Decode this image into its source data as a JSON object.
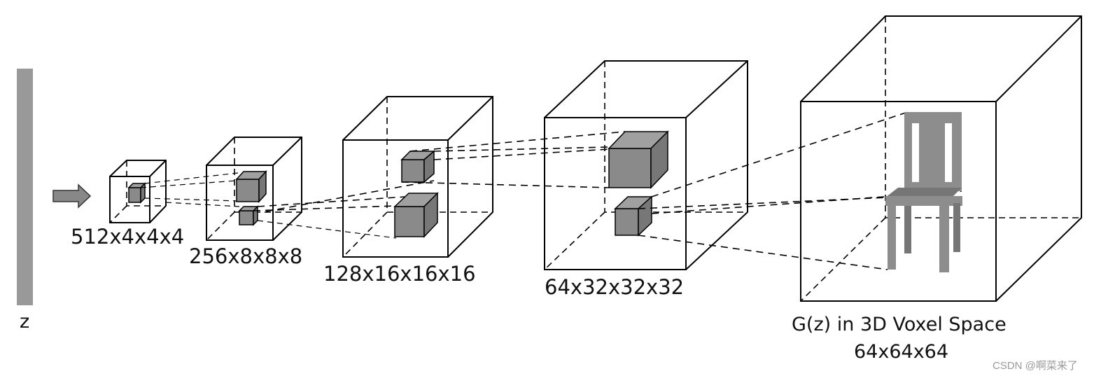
{
  "diagram": {
    "input_label": "z",
    "layers": [
      {
        "label": "512x4x4x4"
      },
      {
        "label": "256x8x8x8"
      },
      {
        "label": "128x16x16x16"
      },
      {
        "label": "64x32x32x32"
      }
    ],
    "output_label_line1": "G(z) in 3D Voxel Space",
    "output_label_line2": "64x64x64",
    "watermark": "CSDN @啊菜来了"
  }
}
